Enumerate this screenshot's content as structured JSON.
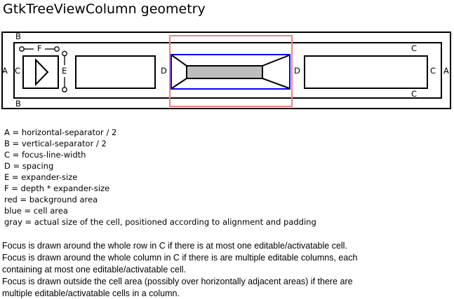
{
  "title": "GtkTreeViewColumn geometry",
  "diagram": {
    "labels": {
      "A": "A",
      "B": "B",
      "C": "C",
      "D": "D",
      "E": "E",
      "F": "F"
    },
    "colors": {
      "background_area": "#f08080",
      "cell_area": "#0000ff",
      "cell_fill": "#bebebe",
      "line": "#000000"
    }
  },
  "legend": [
    "A = horizontal-separator / 2",
    "B = vertical-separator / 2",
    "C = focus-line-width",
    "D = spacing",
    "E = expander-size",
    "F = depth * expander-size",
    "red = background area",
    "blue = cell area",
    "gray = actual size of the cell, positioned according to alignment and padding"
  ],
  "paragraph": [
    "Focus is drawn around the whole row in C if there is at most one editable/activatable cell.",
    "Focus is drawn around the whole column in C if there is are multiple editable columns, each",
    "containing at most one editable/activatable cell.",
    "Focus is drawn outside the cell area (possibly over horizontally adjacent areas) if there are",
    "multiple editable/activatable cells in a column."
  ]
}
